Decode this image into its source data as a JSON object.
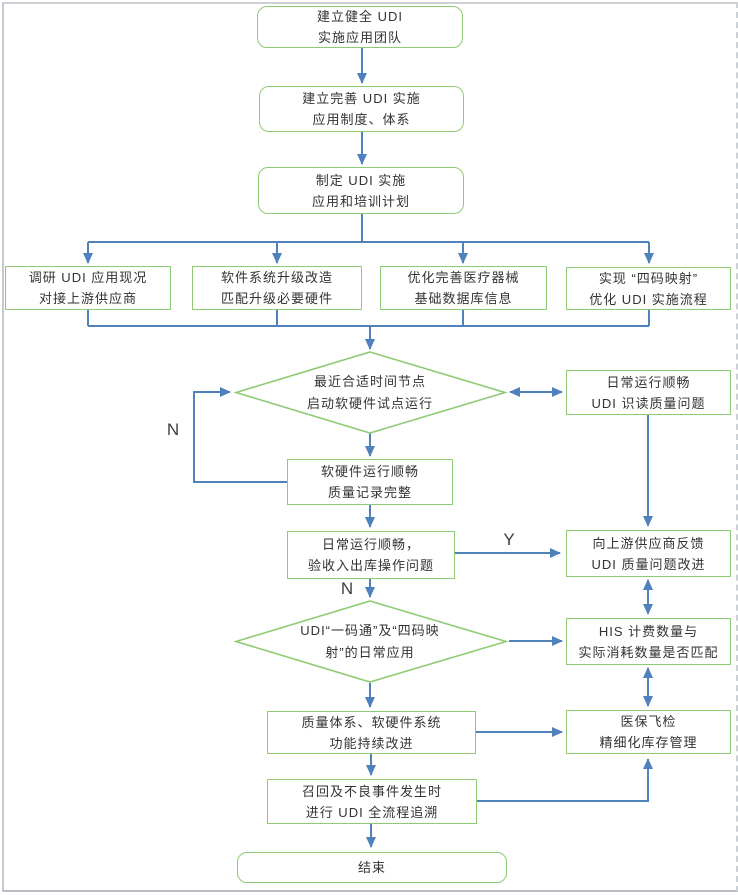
{
  "colors": {
    "node_border_green": "#8ecb74",
    "connector_blue": "#4f81bd",
    "text": "#333333",
    "page_border_gray": "#c5cad0"
  },
  "flowchart": {
    "establish_team": {
      "line1": "建立健全 UDI",
      "line2": "实施应用团队"
    },
    "establish_system": {
      "line1": "建立完善 UDI 实施",
      "line2": "应用制度、体系"
    },
    "make_plan": {
      "line1": "制定 UDI 实施",
      "line2": "应用和培训计划"
    },
    "research_status": {
      "line1": "调研 UDI 应用现况",
      "line2": "对接上游供应商"
    },
    "software_upgrade": {
      "line1": "软件系统升级改造",
      "line2": "匹配升级必要硬件"
    },
    "optimize_database": {
      "line1": "优化完善医疗器械",
      "line2": "基础数据库信息"
    },
    "four_code_mapping": {
      "line1": "实现 “四码映射”",
      "line2": "优化 UDI 实施流程"
    },
    "decision_pilot_run": {
      "line1": "最近合适时间节点",
      "line2": "启动软硬件试点运行"
    },
    "daily_read_quality": {
      "line1": "日常运行顺畅",
      "line2": "UDI 识读质量问题"
    },
    "smooth_records": {
      "line1": "软硬件运行顺畅",
      "line2": "质量记录完整"
    },
    "daily_acceptance": {
      "line1": "日常运行顺畅，",
      "line2": "验收入出库操作问题"
    },
    "supplier_feedback": {
      "line1": "向上游供应商反馈",
      "line2": "UDI 质量问题改进"
    },
    "decision_daily_use": {
      "line1": "UDI“一码通”及“四码映",
      "line2": "射”的日常应用"
    },
    "his_quantity_match": {
      "line1": "HIS 计费数量与",
      "line2": "实际消耗数量是否匹配"
    },
    "continuous_improve": {
      "line1": "质量体系、软硬件系统",
      "line2": "功能持续改进"
    },
    "insurance_inventory": {
      "line1": "医保飞检",
      "line2": "精细化库存管理"
    },
    "recall_tracing": {
      "line1": "召回及不良事件发生时",
      "line2": "进行 UDI 全流程追溯"
    },
    "end": {
      "label": "结束"
    },
    "branch_labels": {
      "pilot_no": "N",
      "acceptance_yes": "Y",
      "acceptance_no": "N"
    }
  }
}
